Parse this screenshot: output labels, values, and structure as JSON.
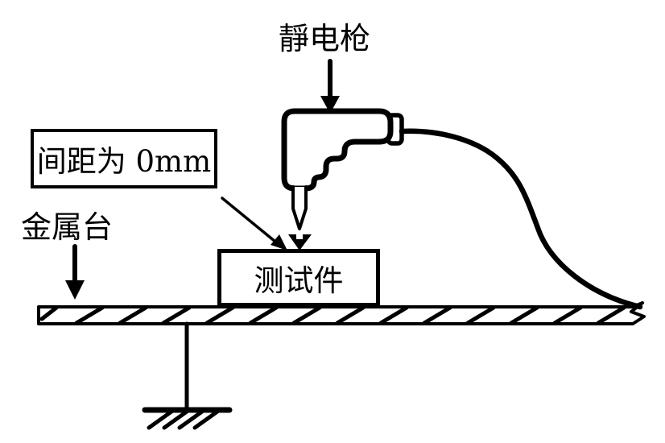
{
  "labels": {
    "static_gun": "靜电枪",
    "gap": "间距为 0mm",
    "metal_table": "金属台",
    "test_piece": "测试件"
  },
  "colors": {
    "line": "#000000",
    "background": "#ffffff"
  },
  "icons": {
    "esd_gun": "l-shaped gun outline with stepped grip",
    "gun_cable": "s-curved cable to platform edge",
    "discharge_tip": "tapered electrode with down arrowhead",
    "metal_platform": "hatched horizontal plate with break mark",
    "ground": "earth ground symbol"
  }
}
